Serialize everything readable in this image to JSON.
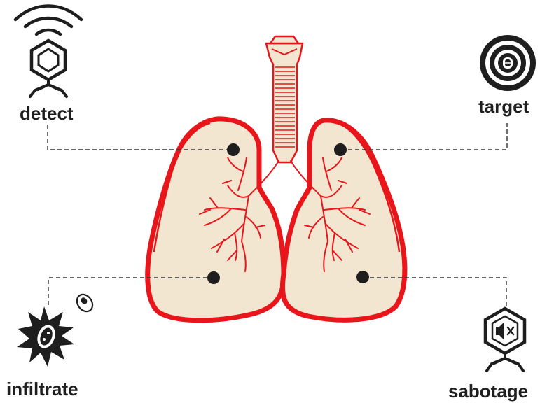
{
  "labels": {
    "detect": "detect",
    "target": "target",
    "infiltrate": "infiltrate",
    "sabotage": "sabotage"
  },
  "colors": {
    "lung_outline": "#e8151b",
    "lung_fill": "#f3e6d0",
    "marker": "#1e1e1e",
    "connector": "#333333",
    "icon": "#1e1e1e"
  },
  "icons": {
    "detect": "nanobot-signal-icon",
    "target": "target-bullseye-icon",
    "infiltrate": "bacterium-burst-icon",
    "sabotage": "nanobot-mute-icon"
  }
}
